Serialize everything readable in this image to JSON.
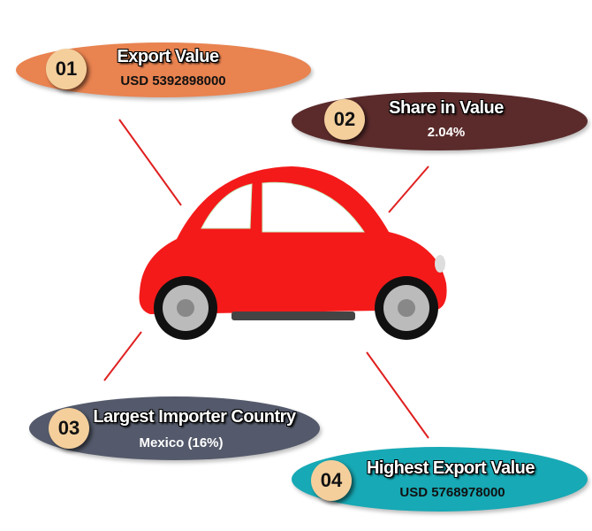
{
  "items": [
    {
      "number": "01",
      "title": "Export Value",
      "value": "USD 5392898000",
      "color": "#e98350"
    },
    {
      "number": "02",
      "title": "Share in Value",
      "value": "2.04%",
      "color": "#5b2b2b"
    },
    {
      "number": "03",
      "title": "Largest Importer Country",
      "value": "Mexico (16%)",
      "color": "#545a6b"
    },
    {
      "number": "04",
      "title": "Highest Export Value",
      "value": "USD 5768978000",
      "color": "#17a9b5"
    }
  ]
}
